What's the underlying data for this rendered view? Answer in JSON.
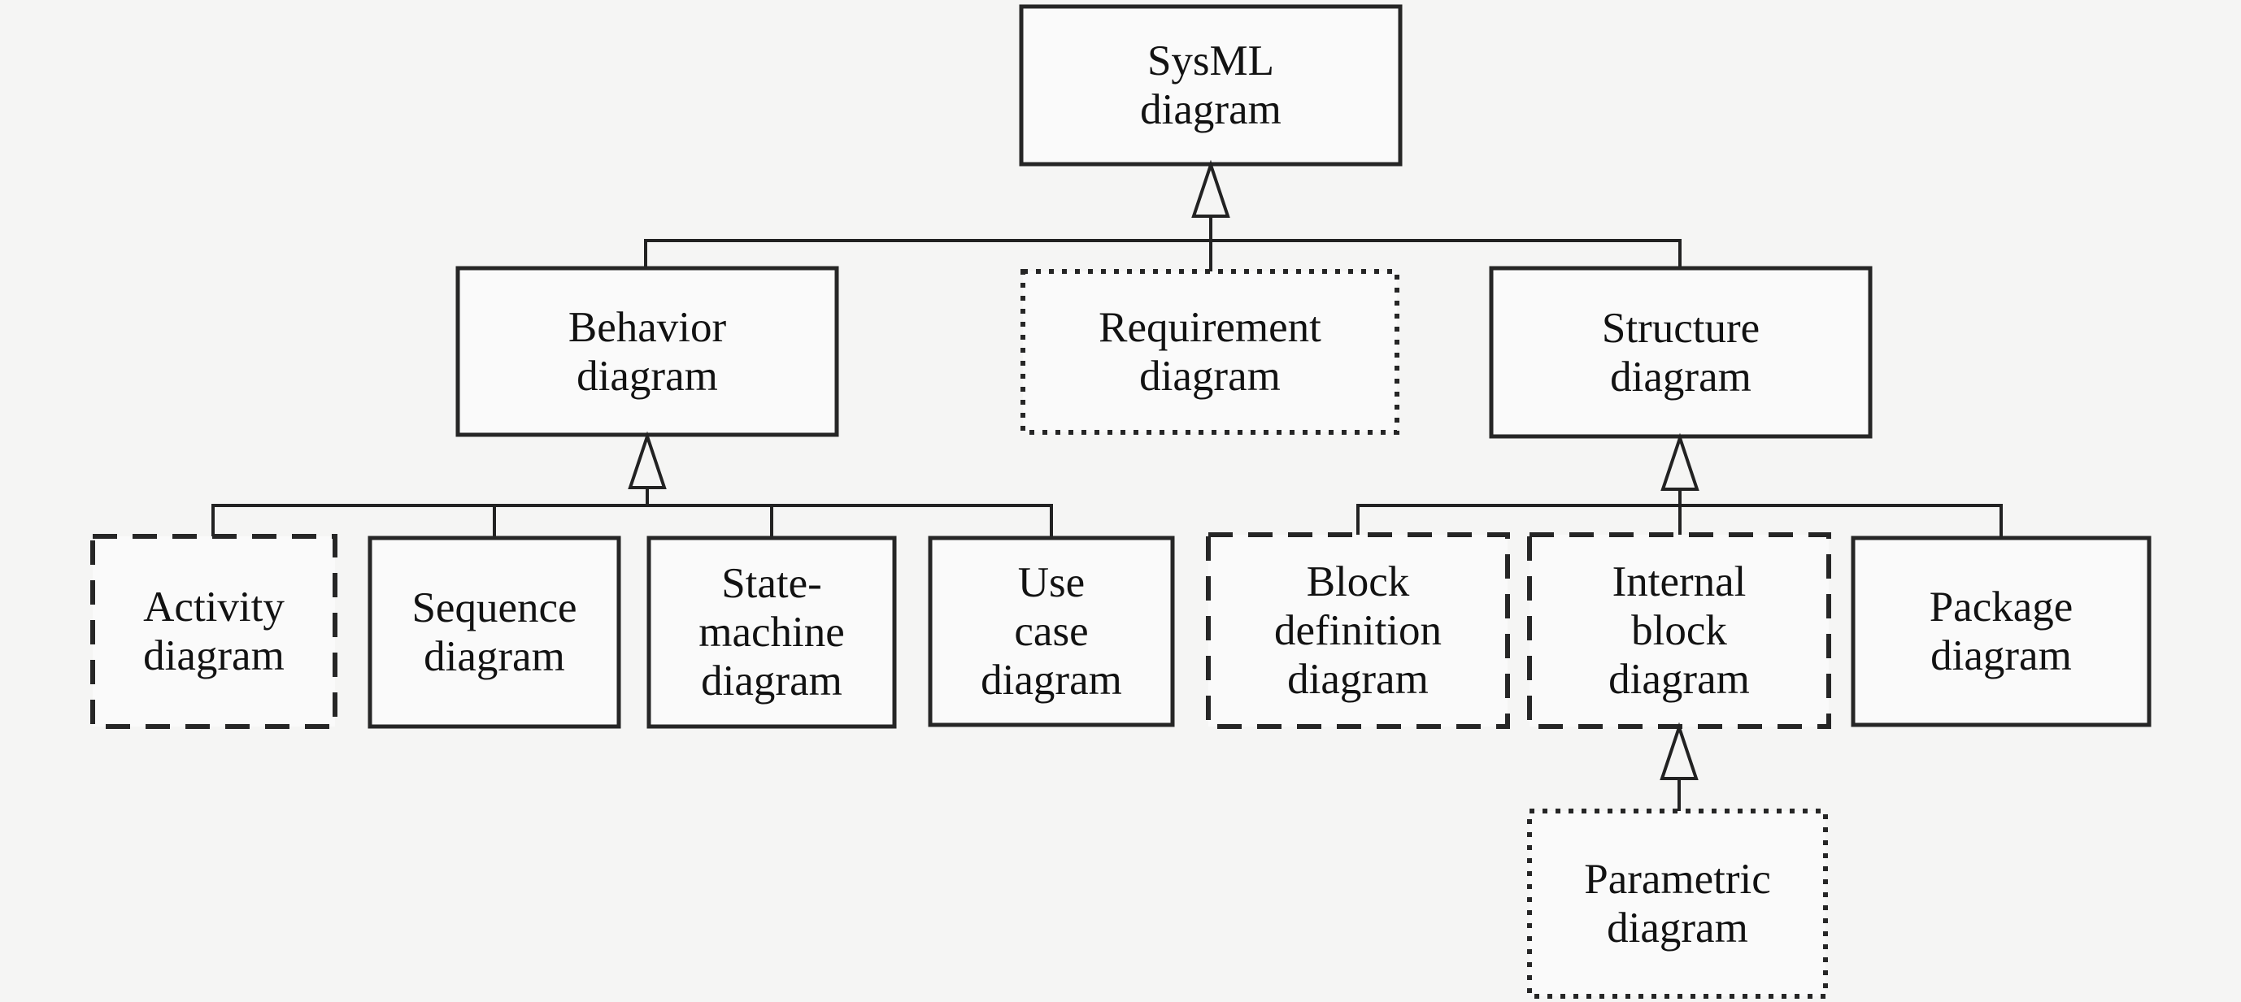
{
  "diagram": {
    "kind": "taxonomy-tree",
    "nodes": {
      "sysml": {
        "label": "SysML\ndiagram",
        "border_style": "solid"
      },
      "behavior": {
        "label": "Behavior\ndiagram",
        "border_style": "solid"
      },
      "requirement": {
        "label": "Requirement\ndiagram",
        "border_style": "dotted"
      },
      "structure": {
        "label": "Structure\ndiagram",
        "border_style": "solid"
      },
      "activity": {
        "label": "Activity\ndiagram",
        "border_style": "dashed"
      },
      "sequence": {
        "label": "Sequence\ndiagram",
        "border_style": "solid"
      },
      "state_machine": {
        "label": "State-\nmachine\ndiagram",
        "border_style": "solid"
      },
      "use_case": {
        "label": "Use\ncase\ndiagram",
        "border_style": "solid"
      },
      "block_definition": {
        "label": "Block\ndefinition\ndiagram",
        "border_style": "dashed"
      },
      "internal_block": {
        "label": "Internal\nblock\ndiagram",
        "border_style": "dashed"
      },
      "package": {
        "label": "Package\ndiagram",
        "border_style": "solid"
      },
      "parametric": {
        "label": "Parametric\ndiagram",
        "border_style": "dotted"
      }
    },
    "edges": [
      {
        "from": "behavior",
        "to": "sysml",
        "type": "generalization"
      },
      {
        "from": "requirement",
        "to": "sysml",
        "type": "generalization"
      },
      {
        "from": "structure",
        "to": "sysml",
        "type": "generalization"
      },
      {
        "from": "activity",
        "to": "behavior",
        "type": "generalization"
      },
      {
        "from": "sequence",
        "to": "behavior",
        "type": "generalization"
      },
      {
        "from": "state_machine",
        "to": "behavior",
        "type": "generalization"
      },
      {
        "from": "use_case",
        "to": "behavior",
        "type": "generalization"
      },
      {
        "from": "block_definition",
        "to": "structure",
        "type": "generalization"
      },
      {
        "from": "internal_block",
        "to": "structure",
        "type": "generalization"
      },
      {
        "from": "package",
        "to": "structure",
        "type": "generalization"
      },
      {
        "from": "parametric",
        "to": "internal_block",
        "type": "generalization"
      }
    ],
    "colors": {
      "background": "#f5f5f4",
      "node_fill": "#fafafa",
      "line": "#222222",
      "text": "#121212"
    }
  }
}
